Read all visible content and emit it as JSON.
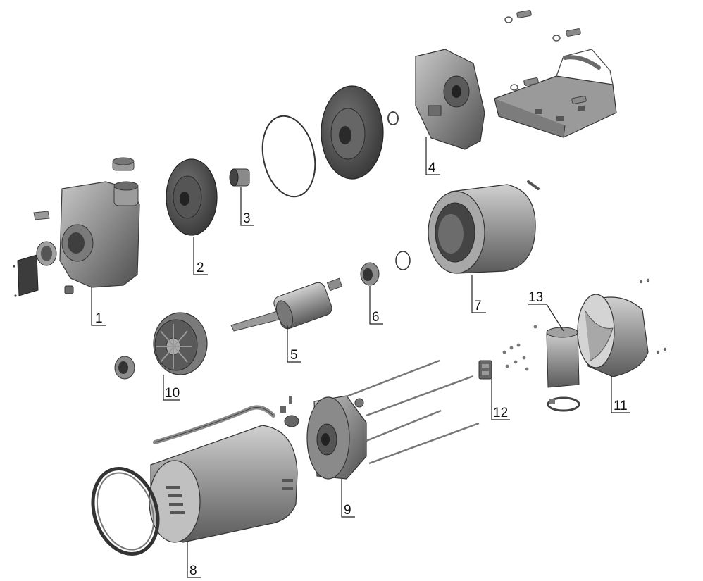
{
  "colors": {
    "part_dark": "#5e5e5e",
    "part_mid": "#8a8a8a",
    "part_light": "#b4b4b4",
    "part_edge": "#3a3a3a",
    "leader": "#222222",
    "label": "#111111"
  },
  "callouts": [
    {
      "id": "1",
      "label": "1"
    },
    {
      "id": "2",
      "label": "2"
    },
    {
      "id": "3",
      "label": "3"
    },
    {
      "id": "4",
      "label": "4"
    },
    {
      "id": "5",
      "label": "5"
    },
    {
      "id": "6",
      "label": "6"
    },
    {
      "id": "7",
      "label": "7"
    },
    {
      "id": "8",
      "label": "8"
    },
    {
      "id": "9",
      "label": "9"
    },
    {
      "id": "10",
      "label": "10"
    },
    {
      "id": "11",
      "label": "11"
    },
    {
      "id": "12",
      "label": "12"
    },
    {
      "id": "13",
      "label": "13"
    }
  ]
}
